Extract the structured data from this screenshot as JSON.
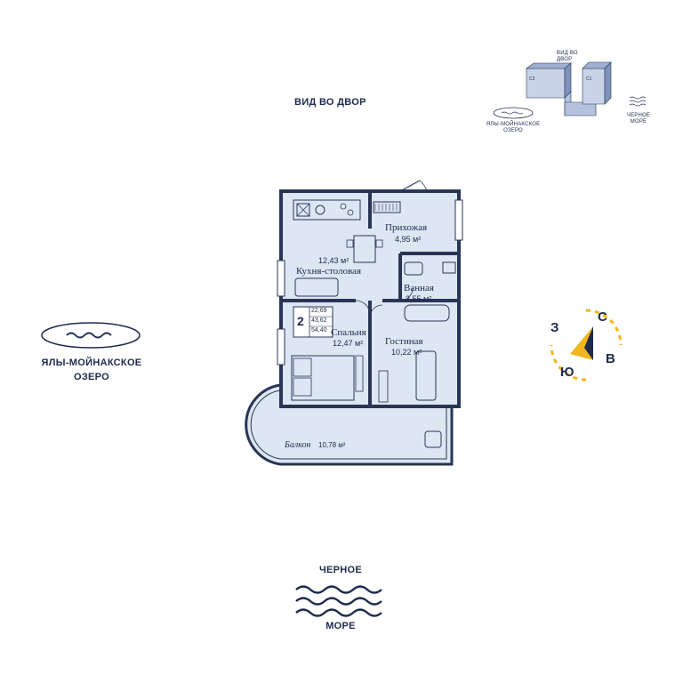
{
  "labels": {
    "courtyard_view": "ВИД ВО ДВОР",
    "lake": [
      "ЯЛЫ-МОЙНАКСКОЕ",
      "ОЗЕРО"
    ],
    "sea": [
      "ЧЕРНОЕ",
      "МОРЕ"
    ]
  },
  "mini_map": {
    "courtyard": [
      "ВИД ВО",
      "ДВОР"
    ],
    "lake": [
      "ЯЛЫ-МОЙНАКСКОЕ",
      "ОЗЕРО"
    ],
    "sea": [
      "ЧЕРНОЕ",
      "МОРЕ"
    ],
    "building_c2": "С2",
    "building_c1": "С1"
  },
  "compass": {
    "north": "С",
    "east": "В",
    "south": "Ю",
    "west": "З"
  },
  "rooms": {
    "hallway": {
      "name": "Прихожая",
      "area": "4,95 м²"
    },
    "kitchen": {
      "name": "Кухня-столовая",
      "area": "12,43 м²"
    },
    "bathroom": {
      "name": "Ванная",
      "area": "3,55 м²"
    },
    "bedroom": {
      "name": "Спальня",
      "area": "12,47 м²"
    },
    "living": {
      "name": "Гостиная",
      "area": "10,22 м²"
    },
    "balcony": {
      "name": "Балкон",
      "area": "10,78 м²"
    }
  },
  "summary": {
    "rooms_count": "2",
    "living_area": "22,69",
    "total_area": "43,62",
    "total_with_balcony": "54,40"
  },
  "colors": {
    "plan_fill": "#dde6f3",
    "wall": "#2a3555",
    "text": "#1e2b4d",
    "accent": "#f2b51b"
  }
}
